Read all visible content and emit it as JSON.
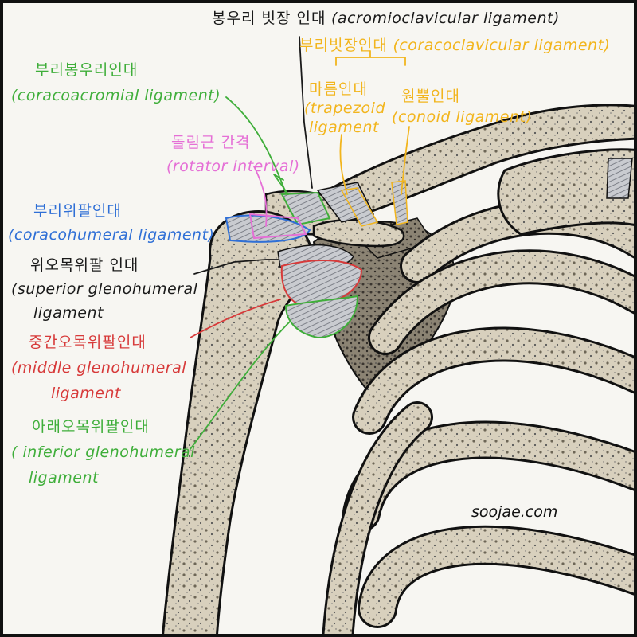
{
  "labels": {
    "acromioclavicular": {
      "ko": "봉우리 빗장 인대",
      "en": "(acromioclavicular ligament)"
    },
    "coracoclavicular": {
      "ko": "부리빗장인대",
      "en": "(coracoclavicular ligament)"
    },
    "trapezoid": {
      "ko": "마름인대",
      "en1": "(trapezoid",
      "en2": "ligament"
    },
    "conoid": {
      "ko": "원뿔인대",
      "en": "(conoid ligament)"
    },
    "coracoacromial": {
      "ko": "부리봉우리인대",
      "en": "(coracoacromial ligament)"
    },
    "rotator_interval": {
      "ko": "돌림근 간격",
      "en": "(rotator interval)"
    },
    "coracohumeral": {
      "ko": "부리위팔인대",
      "en": "(coracohumeral ligament)"
    },
    "superior_gh": {
      "ko": "위오목위팔 인대",
      "en1": "(superior glenohumeral",
      "en2": "ligament"
    },
    "middle_gh": {
      "ko": "중간오목위팔인대",
      "en1": "(middle glenohumeral",
      "en2": "ligament"
    },
    "inferior_gh": {
      "ko": "아래오목위팔인대",
      "en1": "( inferior glenohumeral",
      "en2": "ligament"
    }
  },
  "watermark": "soojae.com",
  "colors": {
    "black": "#1a1a1a",
    "yellow": "#f2b51d",
    "green": "#3fae3a",
    "pink": "#e56fd6",
    "blue": "#2f6fd6",
    "red": "#d73a3a",
    "bone": "#d9d2c0"
  }
}
